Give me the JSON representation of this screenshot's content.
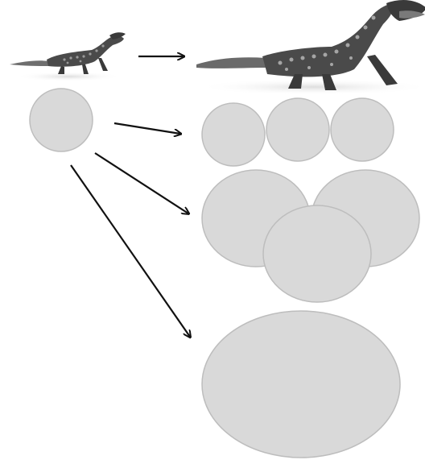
{
  "diagram": {
    "colors": {
      "circle_fill": "#d9d9d9",
      "circle_stroke": "#bdbdbd",
      "arrow": "#111111",
      "lizard_dark": "#3a3a3a",
      "lizard_light": "#9a9a9a"
    },
    "nodes": [
      {
        "id": "small-lizard",
        "kind": "image",
        "description": "lizard-icon"
      },
      {
        "id": "large-lizard",
        "kind": "image",
        "description": "lizard-icon"
      },
      {
        "id": "source-circle",
        "kind": "circle"
      },
      {
        "id": "three-small-circles",
        "kind": "circle-group",
        "count": 3
      },
      {
        "id": "three-medium-circles",
        "kind": "circle-group",
        "count": 3
      },
      {
        "id": "single-large-circle",
        "kind": "circle",
        "count": 1
      }
    ],
    "edges": [
      {
        "from": "small-lizard",
        "to": "large-lizard"
      },
      {
        "from": "source-circle",
        "to": "three-small-circles"
      },
      {
        "from": "source-circle",
        "to": "three-medium-circles"
      },
      {
        "from": "source-circle",
        "to": "single-large-circle"
      }
    ]
  }
}
